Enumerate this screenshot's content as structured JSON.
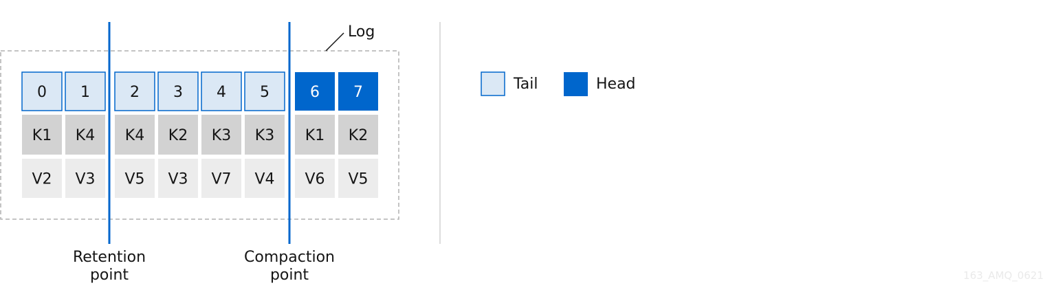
{
  "log_label": "Log",
  "columns": [
    {
      "offset": "0",
      "key": "K1",
      "value": "V2",
      "section": "tail"
    },
    {
      "offset": "1",
      "key": "K4",
      "value": "V3",
      "section": "tail"
    },
    {
      "offset": "2",
      "key": "K4",
      "value": "V5",
      "section": "tail"
    },
    {
      "offset": "3",
      "key": "K2",
      "value": "V3",
      "section": "tail"
    },
    {
      "offset": "4",
      "key": "K3",
      "value": "V7",
      "section": "tail"
    },
    {
      "offset": "5",
      "key": "K3",
      "value": "V4",
      "section": "tail"
    },
    {
      "offset": "6",
      "key": "K1",
      "value": "V6",
      "section": "head"
    },
    {
      "offset": "7",
      "key": "K2",
      "value": "V5",
      "section": "head"
    }
  ],
  "retention": {
    "line1": "Retention",
    "line2": "point"
  },
  "compaction": {
    "line1": "Compaction",
    "line2": "point"
  },
  "legend": {
    "tail_label": "Tail",
    "head_label": "Head"
  },
  "figure_id": "163_AMQ_0621",
  "colors": {
    "tail_fill": "#dbe8f5",
    "tail_border": "#0066cc",
    "head_fill": "#0066cc",
    "key_fill": "#d2d2d2",
    "value_fill": "#ececec",
    "marker_line": "#0066cc",
    "dashed_border": "#b0b0b0"
  }
}
